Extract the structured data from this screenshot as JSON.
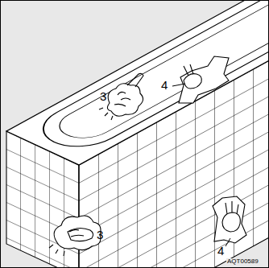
{
  "diagram": {
    "labels": [
      "4",
      "3",
      "3",
      "4",
      "AQT00589"
    ]
  }
}
